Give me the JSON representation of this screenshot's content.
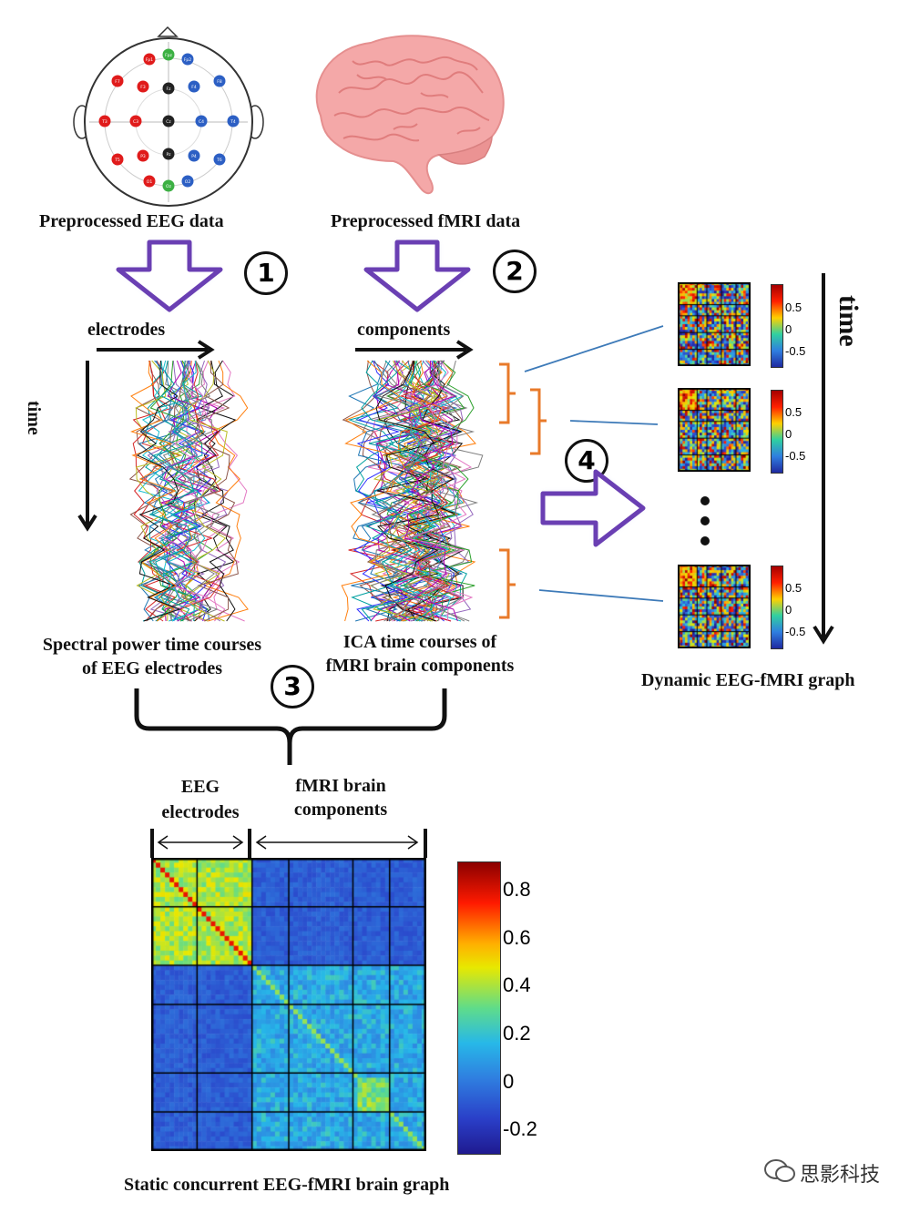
{
  "labels": {
    "eeg_data": "Preprocessed EEG data",
    "fmri_data": "Preprocessed fMRI data",
    "electrodes": "electrodes",
    "components": "components",
    "time_small": "time",
    "time_big": "time",
    "spectral_line1": "Spectral power time courses",
    "spectral_line2": "of EEG electrodes",
    "ica_line1": "ICA time courses of",
    "ica_line2": "fMRI brain components",
    "dynamic_graph": "Dynamic EEG-fMRI graph",
    "eeg_electrodes_line1": "EEG",
    "eeg_electrodes_line2": "electrodes",
    "fmri_brain_line1": "fMRI brain",
    "fmri_brain_line2": "components",
    "static_graph": "Static concurrent EEG-fMRI brain graph",
    "watermark": "思影科技"
  },
  "steps": [
    "1",
    "2",
    "3",
    "4"
  ],
  "electrode_labels": {
    "red": [
      "Fp1",
      "F7",
      "F3",
      "T3",
      "C3",
      "T5",
      "P3",
      "O1"
    ],
    "green": [
      "Fpz",
      "Oz"
    ],
    "dark": [
      "Fz",
      "Cz",
      "Pz"
    ],
    "blue": [
      "Fp2",
      "F4",
      "F8",
      "C4",
      "T4",
      "P4",
      "T6",
      "O2"
    ]
  },
  "dynamic_colorbar_ticks": [
    "0.5",
    "0",
    "-0.5"
  ],
  "static_colorbar_ticks": [
    "0.8",
    "0.6",
    "0.4",
    "0.2",
    "0",
    "-0.2"
  ],
  "colors": {
    "arrow_outline": "#6a3fb3",
    "bracket": "#e87a2a",
    "connector": "#3d7ab8"
  }
}
